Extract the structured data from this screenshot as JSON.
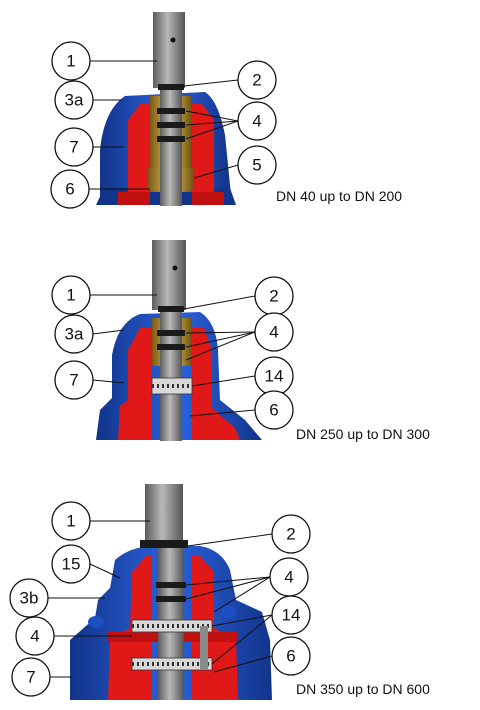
{
  "sections": [
    {
      "size_label": "DN 40 up to DN 200",
      "callouts": [
        "1",
        "2",
        "3a",
        "4",
        "7",
        "5",
        "6"
      ]
    },
    {
      "size_label": "DN 250 up to DN 300",
      "callouts": [
        "1",
        "2",
        "3a",
        "4",
        "7",
        "14",
        "6"
      ]
    },
    {
      "size_label": "DN 350 up to DN 600",
      "callouts": [
        "1",
        "2",
        "15",
        "4",
        "3b",
        "14",
        "4",
        "6",
        "7"
      ]
    }
  ],
  "colors": {
    "body_blue": "#1c4fc4",
    "body_blue_dark": "#12348a",
    "section_red": "#e01818",
    "stem_grey": "#8c8c8c",
    "brass": "#c9a040",
    "ring_black": "#1a1a1a"
  }
}
